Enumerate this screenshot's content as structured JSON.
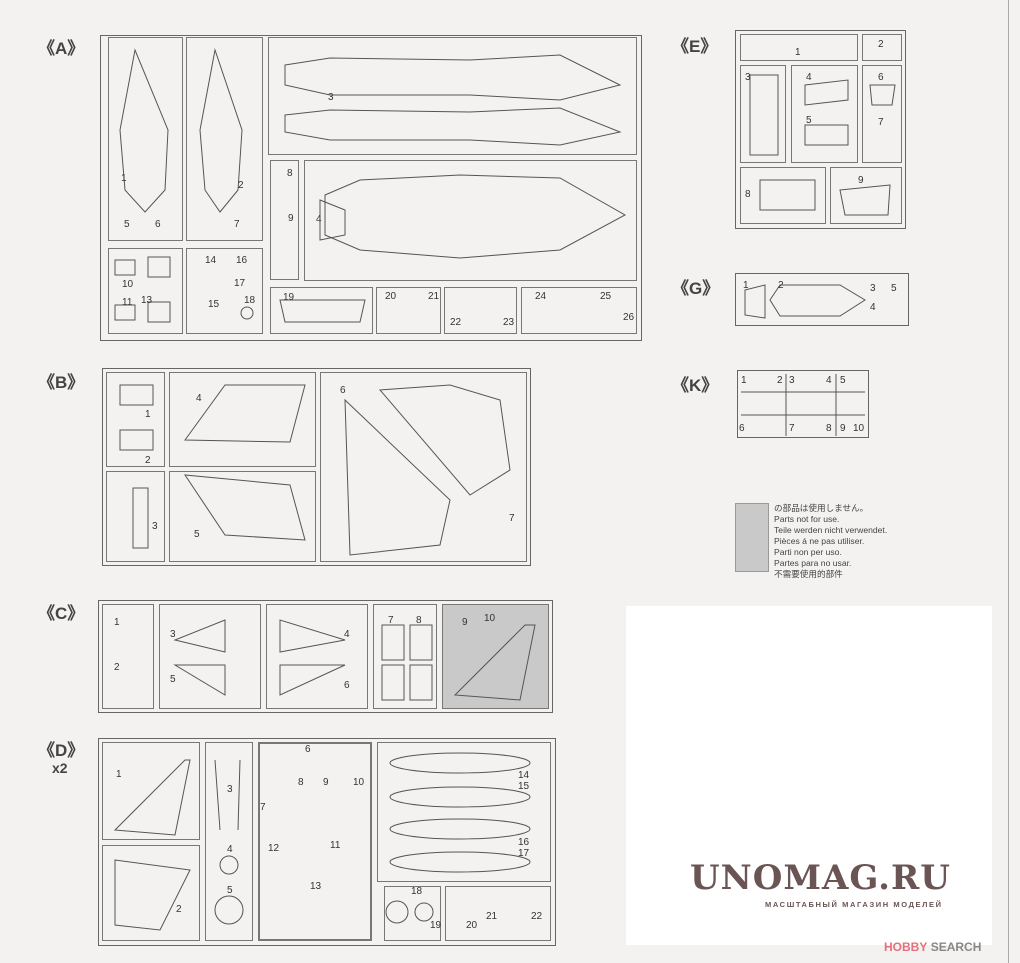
{
  "sprues": {
    "A": {
      "label": "《A》",
      "parts": [
        "1",
        "2",
        "3",
        "4",
        "5",
        "6",
        "7",
        "8",
        "9",
        "10",
        "11",
        "13",
        "14",
        "15",
        "16",
        "17",
        "18",
        "19",
        "20",
        "21",
        "22",
        "23",
        "24",
        "25",
        "26"
      ]
    },
    "B": {
      "label": "《B》",
      "parts": [
        "1",
        "2",
        "3",
        "4",
        "5",
        "6",
        "7"
      ]
    },
    "C": {
      "label": "《C》",
      "parts": [
        "1",
        "2",
        "3",
        "4",
        "5",
        "6",
        "7",
        "8",
        "9",
        "10"
      ]
    },
    "D": {
      "label": "《D》",
      "quantity": "x2",
      "parts": [
        "1",
        "2",
        "3",
        "4",
        "5",
        "6",
        "7",
        "8",
        "9",
        "10",
        "11",
        "12",
        "13",
        "14",
        "15",
        "16",
        "17",
        "18",
        "19",
        "20",
        "21",
        "22"
      ]
    },
    "E": {
      "label": "《E》",
      "parts": [
        "1",
        "2",
        "3",
        "4",
        "5",
        "6",
        "7",
        "8",
        "9"
      ]
    },
    "G": {
      "label": "《G》",
      "parts": [
        "1",
        "2",
        "3",
        "4",
        "5"
      ]
    },
    "K": {
      "label": "《K》",
      "parts": [
        "1",
        "2",
        "3",
        "4",
        "5",
        "6",
        "7",
        "8",
        "9",
        "10"
      ]
    }
  },
  "legend": {
    "lines": [
      "の部品は使用しません。",
      "Parts not for use.",
      "Teile werden nicht verwendet.",
      "Pièces á ne pas utiliser.",
      "Parti non per uso.",
      "Partes para no usar.",
      "不需要使用的部件"
    ],
    "swatch_color": "#c9c9c9"
  },
  "watermark": {
    "title": "UNOMAG.RU",
    "subtitle": "МАСШТАБНЫЙ МАГАЗИН МОДЕЛЕЙ"
  },
  "credit": {
    "brand": "HOBBY",
    "suffix": "SEARCH"
  }
}
